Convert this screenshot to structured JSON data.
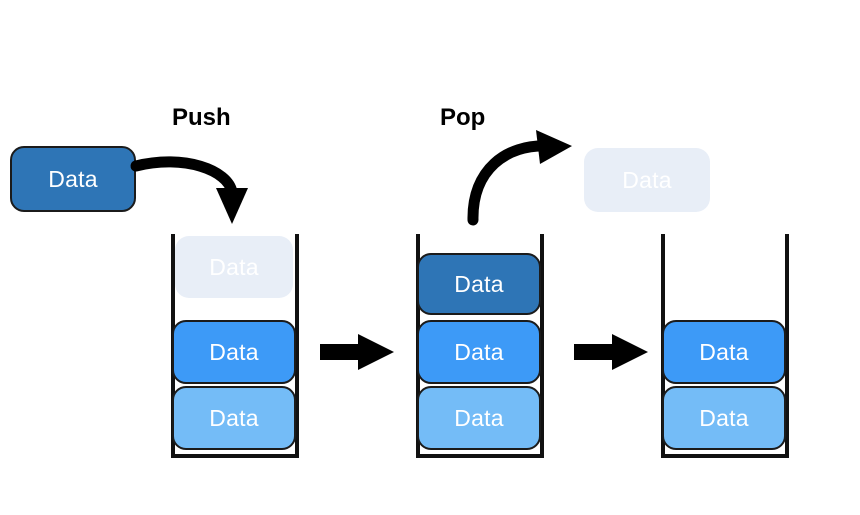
{
  "diagram": {
    "title_visible": false,
    "background": "#ffffff",
    "colors": {
      "dark_blue": "#2E75B6",
      "medium_blue": "#3D9AF7",
      "light_blue": "#74BCF7",
      "ghost_blue": "#E8EEF7",
      "outline": "#1b1b1b",
      "arrow": "#000000",
      "box_text": "#ffffff",
      "label_text": "#000000"
    },
    "operations": [
      {
        "name": "push-label",
        "label": "Push"
      },
      {
        "name": "pop-label",
        "label": "Pop"
      }
    ],
    "incoming_box": {
      "label": "Data",
      "state": "solid",
      "color": "#2E75B6"
    },
    "outgoing_box": {
      "label": "Data",
      "state": "ghost",
      "color": "#E8EEF7"
    },
    "stacks": [
      {
        "name": "stack-before-push",
        "slots": [
          {
            "label": "Data",
            "state": "ghost",
            "color": "#E8EEF7"
          },
          {
            "label": "Data",
            "state": "solid",
            "color": "#3D9AF7"
          },
          {
            "label": "Data",
            "state": "solid",
            "color": "#74BCF7"
          }
        ]
      },
      {
        "name": "stack-after-push",
        "slots": [
          {
            "label": "Data",
            "state": "solid",
            "color": "#2E75B6"
          },
          {
            "label": "Data",
            "state": "solid",
            "color": "#3D9AF7"
          },
          {
            "label": "Data",
            "state": "solid",
            "color": "#74BCF7"
          }
        ]
      },
      {
        "name": "stack-after-pop",
        "slots": [
          {
            "label": "",
            "state": "empty",
            "color": ""
          },
          {
            "label": "Data",
            "state": "solid",
            "color": "#3D9AF7"
          },
          {
            "label": "Data",
            "state": "solid",
            "color": "#74BCF7"
          }
        ]
      }
    ],
    "transitions": [
      {
        "name": "transition-arrow-1",
        "kind": "straight-right"
      },
      {
        "name": "transition-arrow-2",
        "kind": "straight-right"
      }
    ],
    "curved_arrows": [
      {
        "name": "push-arrow",
        "kind": "curve-down-right"
      },
      {
        "name": "pop-arrow",
        "kind": "curve-up-right"
      }
    ]
  }
}
